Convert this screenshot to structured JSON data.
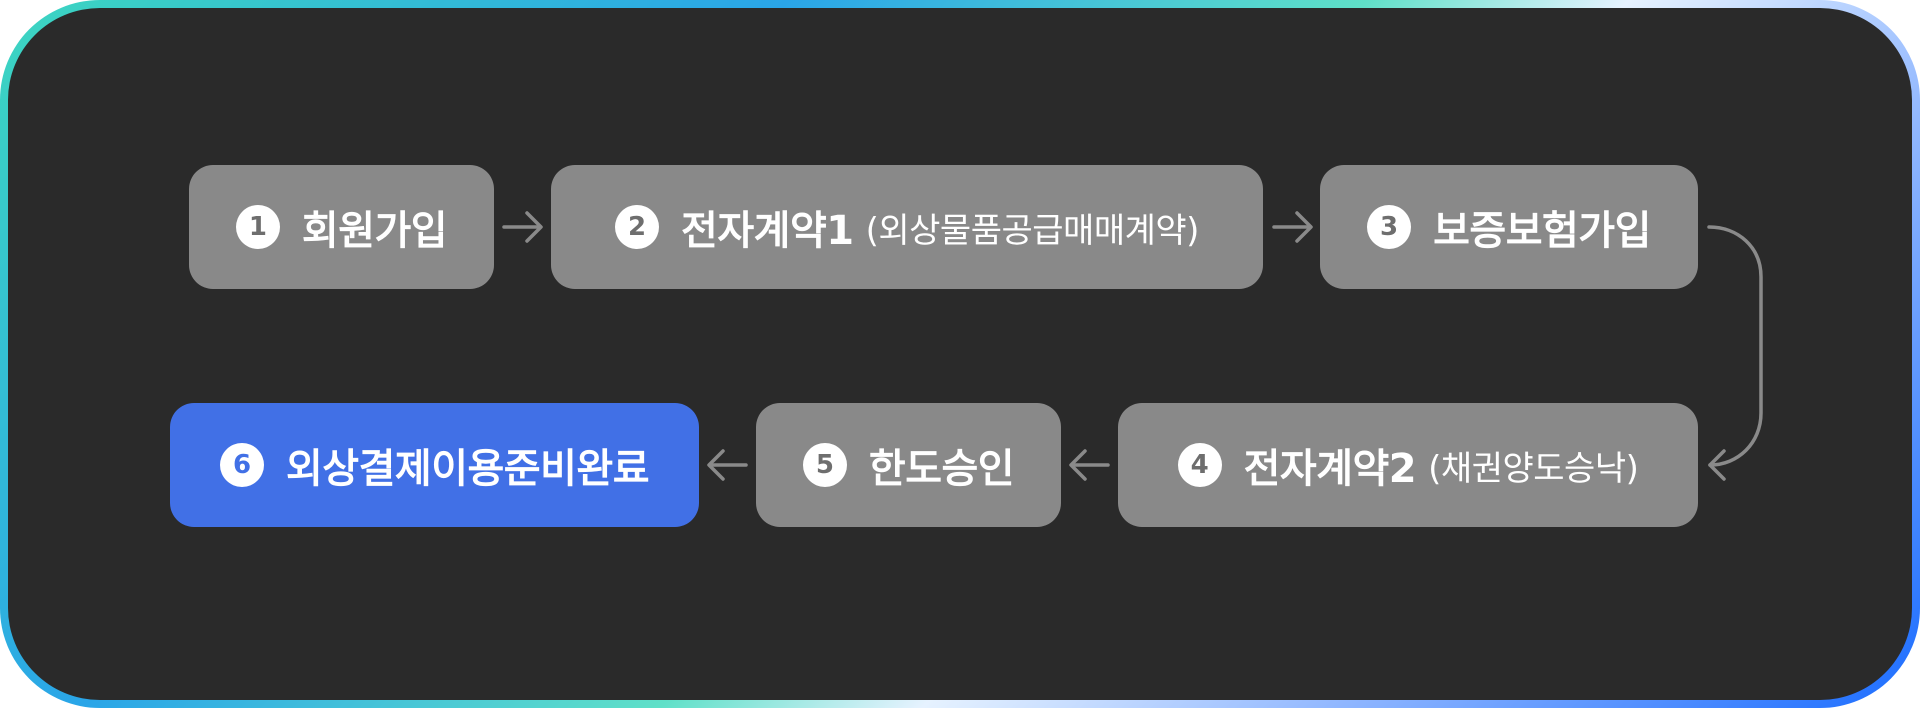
{
  "steps": [
    {
      "num": "1",
      "title": "회원가입",
      "sub": ""
    },
    {
      "num": "2",
      "title": "전자계약1",
      "sub": "(외상물품공급매매계약)"
    },
    {
      "num": "3",
      "title": "보증보험가입",
      "sub": ""
    },
    {
      "num": "4",
      "title": "전자계약2",
      "sub": "(채권양도승낙)"
    },
    {
      "num": "5",
      "title": "한도승인",
      "sub": ""
    },
    {
      "num": "6",
      "title": "외상결제이용준비완료",
      "sub": ""
    }
  ],
  "colors": {
    "step_bg": "#898989",
    "active_bg": "#4170e6",
    "panel_bg": "#2a2a2a",
    "arrow": "#8a8a8a"
  }
}
